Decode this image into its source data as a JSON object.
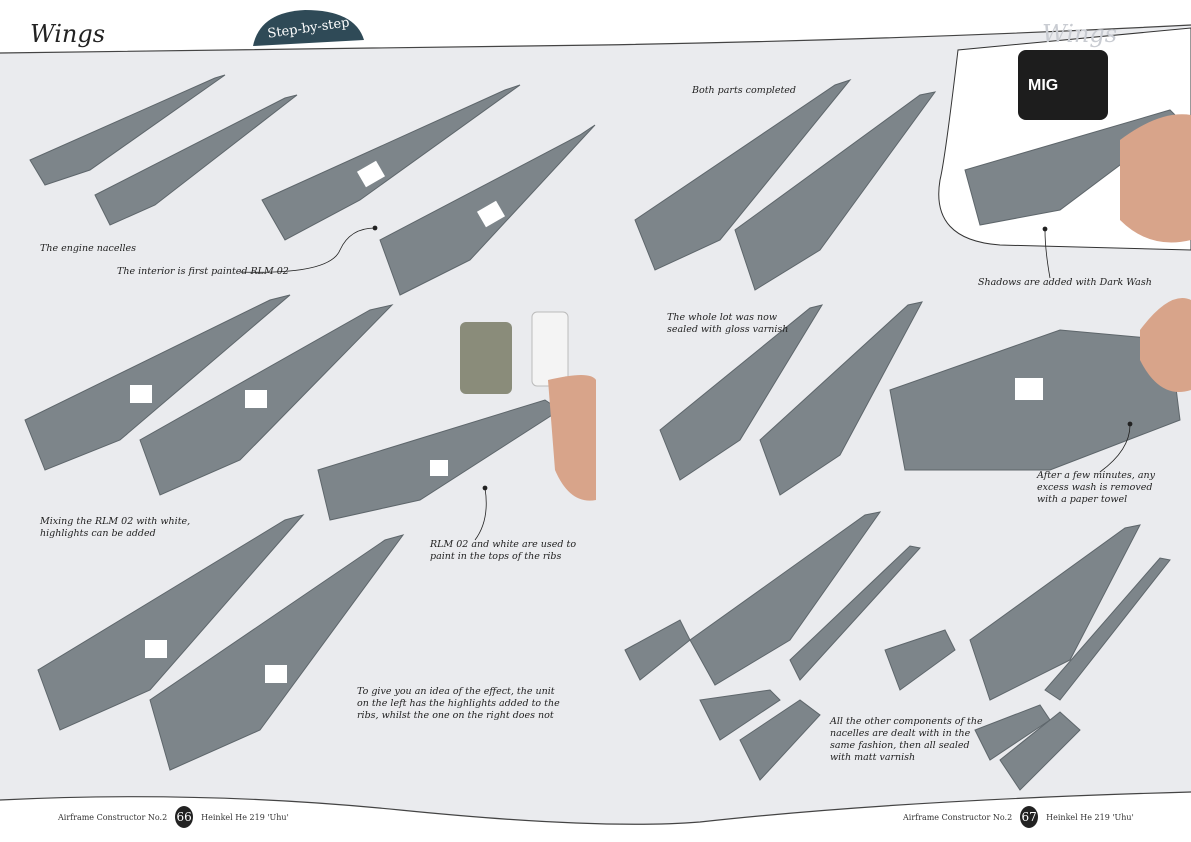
{
  "header": {
    "left_title": "Wings",
    "right_title": "Wings",
    "badge": "Step-by-step"
  },
  "captions": {
    "engine_nacelles": "The engine nacelles",
    "interior_painted": "The interior is first painted RLM 02",
    "mixing": "Mixing the RLM 02 with white,\nhighlights can be added",
    "tops_of_ribs": "RLM 02 and white are used to\npaint in the tops of the ribs",
    "effect": "To give you an idea of the effect, the unit\non the left has the highlights added to the\nribs, whilst the one on the right does not",
    "both_completed": "Both parts completed",
    "shadows": "Shadows are added with Dark Wash",
    "gloss": "The whole lot was now\nsealed with gloss varnish",
    "excess_wash": "After a few minutes, any\nexcess wash is removed\nwith a paper towel",
    "other_components": "All the other components of the\nnacelles are dealt with in the\nsame fashion, then all sealed\nwith matt varnish"
  },
  "photo_logo": "MIG",
  "footer": {
    "left": {
      "publication": "Airframe Constructor No.2",
      "page": "66",
      "subject": "Heinkel He 219 'Uhu'"
    },
    "right": {
      "publication": "Airframe Constructor No.2",
      "page": "67",
      "subject": "Heinkel He 219 'Uhu'"
    }
  },
  "colors": {
    "background": "#eaebee",
    "badge": "#2f4a57",
    "part": "#7d858a"
  }
}
